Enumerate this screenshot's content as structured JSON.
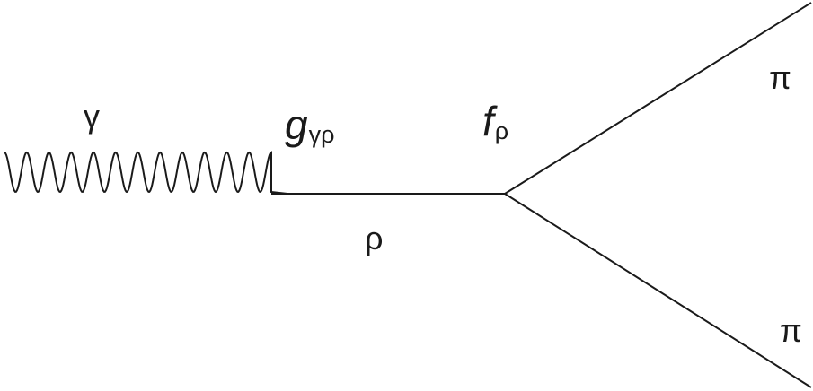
{
  "diagram": {
    "photon_label": "γ",
    "coupling_photon_rho": {
      "symbol": "g",
      "subscript": "γρ"
    },
    "coupling_rho_pions": {
      "symbol": "f",
      "subscript": "ρ"
    },
    "rho_label": "ρ",
    "pion_top_label": "π",
    "pion_bottom_label": "π",
    "line_color": "#1a1a1a"
  }
}
